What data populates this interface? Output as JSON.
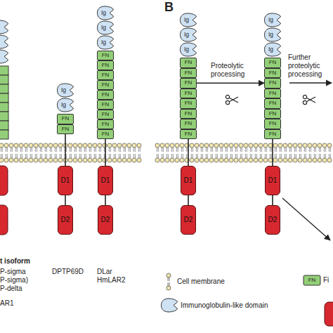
{
  "diagram": {
    "nodes": [
      {
        "text": [
          "Ig"
        ]
      },
      {
        "text": [
          "Ig"
        ]
      },
      {
        "text": [
          "FN"
        ]
      },
      {
        "text": [
          "FN"
        ]
      },
      {
        "text": [
          "D1"
        ]
      },
      {
        "text": [
          "D2"
        ]
      },
      {
        "text": [
          "Ig"
        ]
      },
      {
        "text": [
          "Ig"
        ]
      },
      {
        "text": [
          "Ig"
        ]
      },
      {
        "text": [
          "FN"
        ]
      },
      {
        "text": [
          "FN"
        ]
      },
      {
        "text": [
          "FN"
        ]
      },
      {
        "text": [
          "FN"
        ]
      },
      {
        "text": [
          "FN"
        ]
      },
      {
        "text": [
          "FN"
        ]
      },
      {
        "text": [
          "FN"
        ]
      },
      {
        "text": [
          "FN"
        ]
      },
      {
        "text": [
          "FN"
        ]
      },
      {
        "text": [
          "D1"
        ]
      },
      {
        "text": [
          "D2"
        ]
      },
      {
        "text": [
          "Ig"
        ]
      },
      {
        "text": [
          "Ig"
        ]
      },
      {
        "text": [
          "Ig"
        ]
      },
      {
        "text": [
          "FN"
        ]
      },
      {
        "text": [
          "FN"
        ]
      },
      {
        "text": [
          "FN"
        ]
      },
      {
        "text": [
          "FN"
        ]
      },
      {
        "text": [
          "FN"
        ]
      },
      {
        "text": [
          "FN"
        ]
      },
      {
        "text": [
          "FN"
        ]
      },
      {
        "text": [
          "FN"
        ]
      },
      {
        "text": [
          "D1"
        ]
      },
      {
        "text": [
          "D2"
        ]
      },
      {
        "text": [
          "Ig"
        ]
      },
      {
        "text": [
          "Ig"
        ]
      },
      {
        "text": [
          "Ig"
        ]
      },
      {
        "text": [
          "FN"
        ]
      },
      {
        "text": [
          "FN"
        ]
      },
      {
        "text": [
          "FN"
        ]
      },
      {
        "text": [
          "FN"
        ]
      },
      {
        "text": [
          "FN"
        ]
      },
      {
        "text": [
          "FN"
        ]
      },
      {
        "text": [
          "FN"
        ]
      },
      {
        "text": [
          "FN"
        ]
      },
      {
        "text": [
          "D1"
        ]
      },
      {
        "text": [
          "D2"
        ]
      }
    ],
    "edges": [
      {
        "from": 25,
        "to": 38,
        "arrow": "to",
        "label": "Proteolytic processing"
      }
    ],
    "labels": [
      "B",
      "t isoform",
      "P-sigma",
      "P-sigma)",
      "P-delta",
      "AR1",
      "DPTP69D",
      "DLar",
      "HmLAR2",
      "Further proteolytic processing",
      "FN"
    ],
    "legend": [
      {
        "text": "Cell membrane"
      },
      {
        "text": "Fi"
      },
      {
        "text": "Immunoglobulin-like domain"
      }
    ]
  }
}
